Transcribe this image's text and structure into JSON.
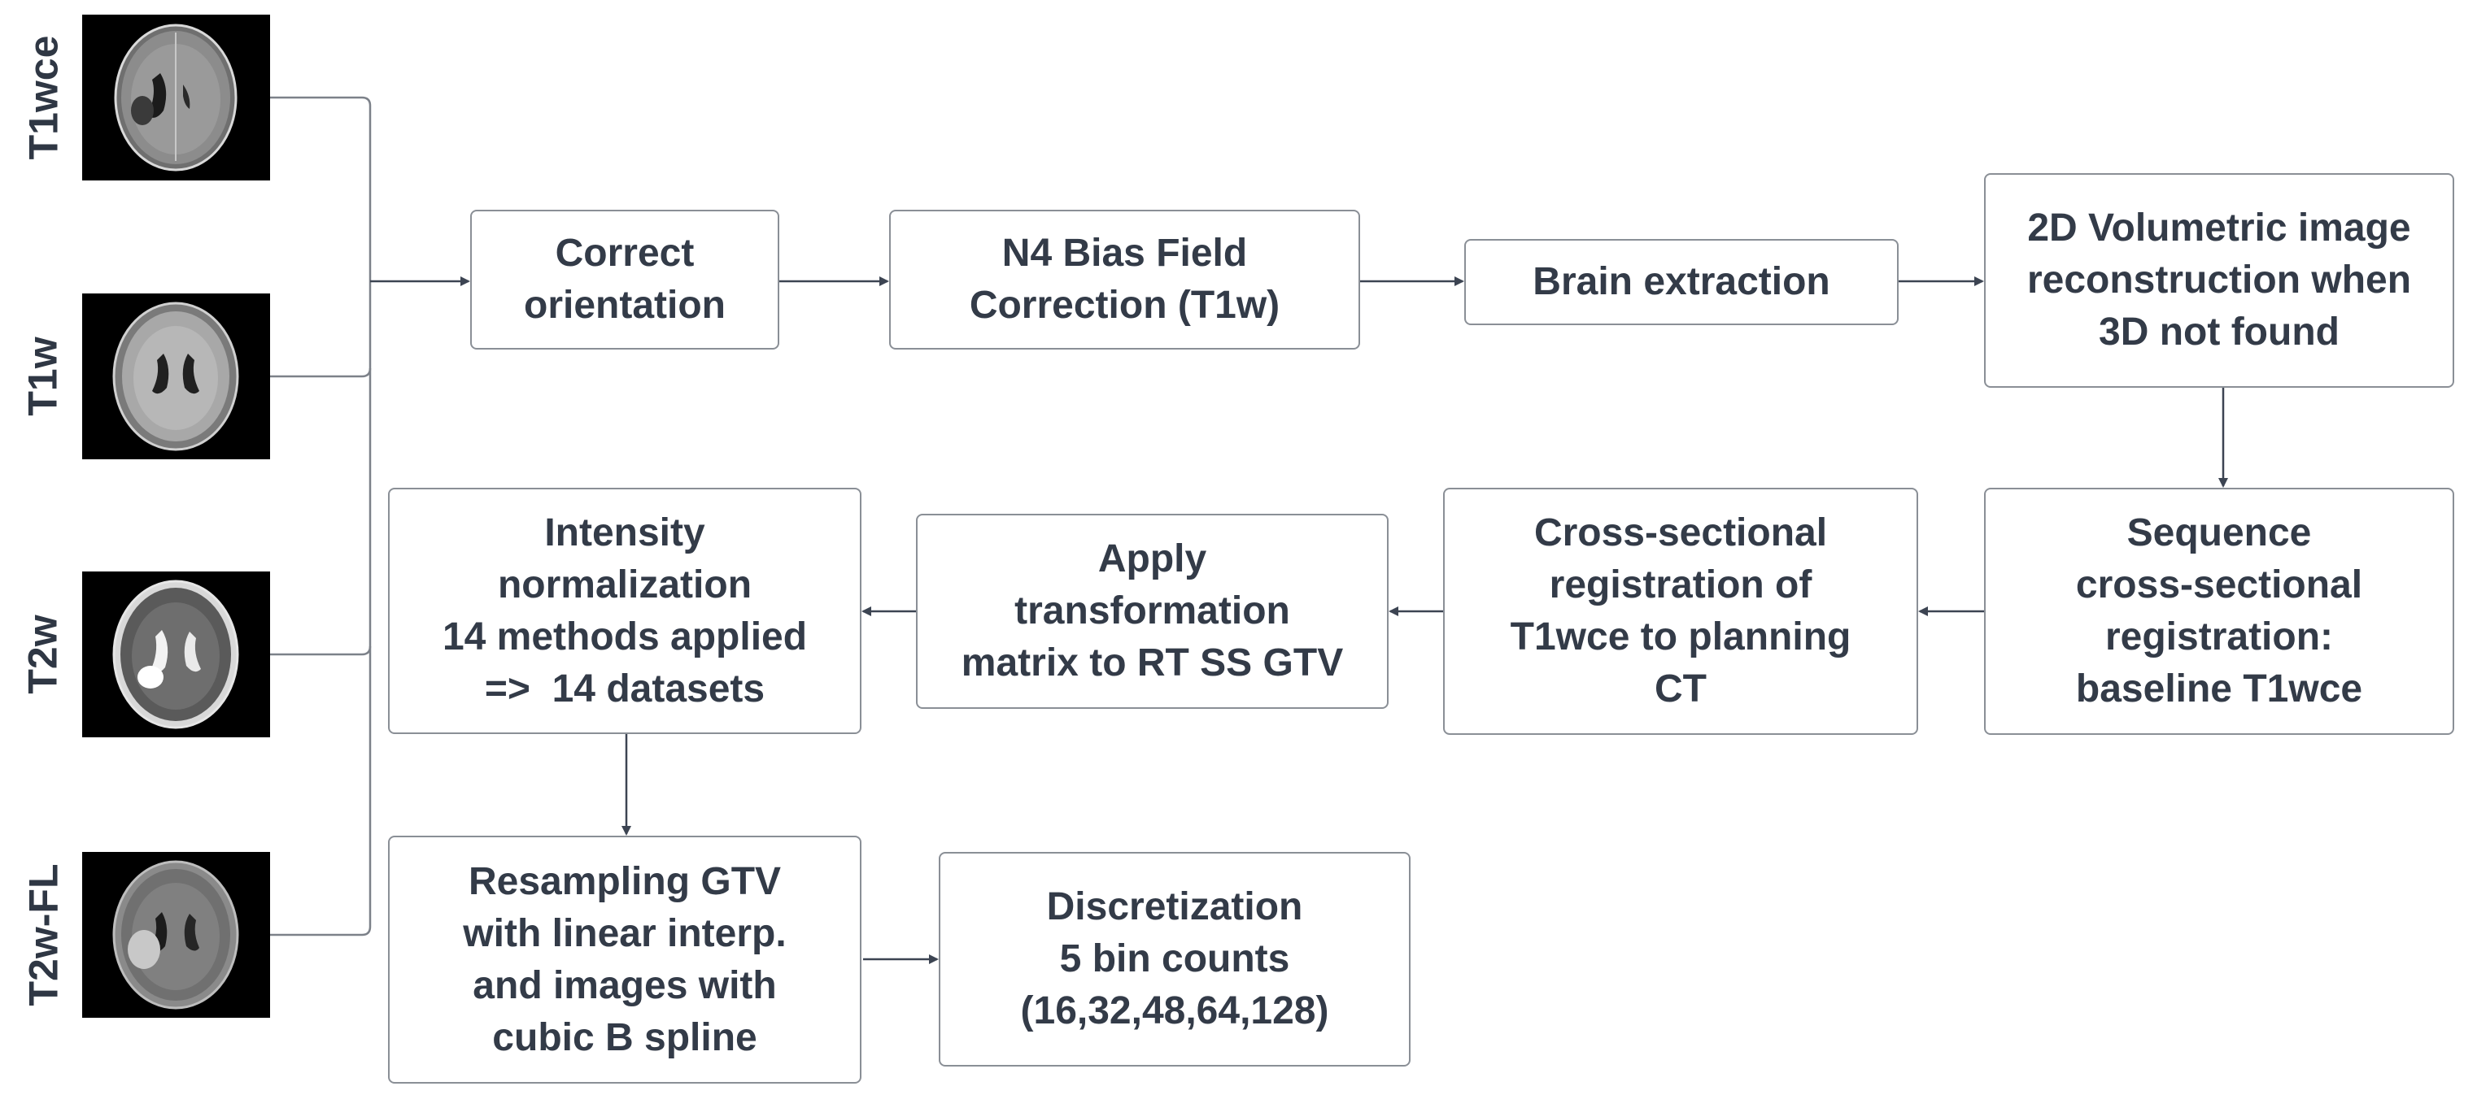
{
  "colors": {
    "line": "#7c8189",
    "arrow": "#3c4452",
    "box_border": "#8a8f96",
    "text": "#333b48"
  },
  "sequences": [
    {
      "label": "T1wce",
      "image": "t1wce-axial-mri"
    },
    {
      "label": "T1w",
      "image": "t1w-axial-mri"
    },
    {
      "label": "T2w",
      "image": "t2w-axial-mri"
    },
    {
      "label": "T2w-FL",
      "image": "t2w-flair-axial-mri"
    }
  ],
  "steps": {
    "correct_orientation": [
      "Correct",
      "orientation"
    ],
    "n4_bias": [
      "N4 Bias Field",
      "Correction (T1w)"
    ],
    "brain_extraction": [
      "Brain extraction"
    ],
    "reconstruction_2d": [
      "2D Volumetric image",
      "reconstruction when",
      "3D not found"
    ],
    "sequence_registration": [
      "Sequence",
      "cross-sectional",
      "registration:",
      "baseline T1wce"
    ],
    "ct_registration": [
      "Cross-sectional",
      "registration of",
      "T1wce to planning",
      "CT"
    ],
    "apply_transformation": [
      "Apply",
      "transformation",
      "matrix to RT SS GTV"
    ],
    "intensity_normalization": [
      "Intensity",
      "normalization",
      "14 methods applied",
      "=>  14 datasets"
    ],
    "resampling": [
      "Resampling GTV",
      "with linear interp.",
      "and images with",
      "cubic B spline"
    ],
    "discretization": [
      "Discretization",
      "5 bin counts",
      "(16,32,48,64,128)"
    ]
  }
}
